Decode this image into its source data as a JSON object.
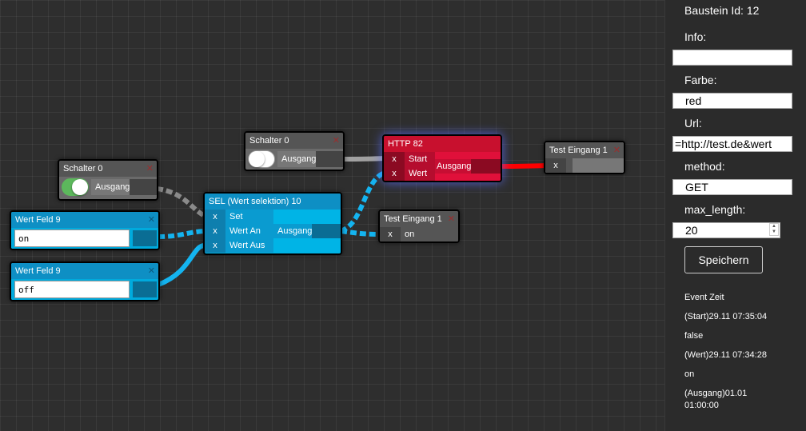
{
  "nodes": {
    "schalter_top": {
      "title": "Schalter 0",
      "output": "Ausgang",
      "state": "off"
    },
    "schalter_left": {
      "title": "Schalter 0",
      "output": "Ausgang",
      "state": "on"
    },
    "wert_feld_1": {
      "title": "Wert Feld 9",
      "value": "on"
    },
    "wert_feld_2": {
      "title": "Wert Feld 9",
      "value": "off"
    },
    "sel": {
      "title": "SEL (Wert selektion) 10",
      "inputs": [
        {
          "x": "x",
          "label": "Set"
        },
        {
          "x": "x",
          "label": "Wert An"
        },
        {
          "x": "x",
          "label": "Wert Aus"
        }
      ],
      "output": "Ausgang"
    },
    "http": {
      "title": "HTTP 82",
      "inputs": [
        {
          "x": "x",
          "label": "Start"
        },
        {
          "x": "x",
          "label": "Wert"
        }
      ],
      "output": "Ausgang"
    },
    "test_top": {
      "title": "Test Eingang 1",
      "x": "x",
      "value": ""
    },
    "test_mid": {
      "title": "Test Eingang 1",
      "x": "x",
      "value": "on"
    },
    "close_glyph": "✕"
  },
  "sidebar": {
    "block_id_label": "Baustein Id: 12",
    "info_label": "Info:",
    "info_value": "",
    "color_label": "Farbe:",
    "color_value": "red",
    "url_label": "Url:",
    "url_value": "http://test.de&wert=",
    "method_label": "method:",
    "method_value": "GET",
    "maxlen_label": "max_length:",
    "maxlen_value": "20",
    "save_label": "Speichern",
    "events": [
      "Event Zeit",
      "(Start)29.11 07:35:04",
      "false",
      "(Wert)29.11 07:34:28",
      "on",
      "(Ausgang)01.01",
      "01:00:00"
    ]
  },
  "colors": {
    "accent_blue": "#00aadd",
    "http_red": "#e0103a",
    "toggle_green": "#5cb85c",
    "wire_blue": "#14b4f0",
    "wire_grey": "#8a8a8a",
    "wire_red": "#ff0000"
  }
}
